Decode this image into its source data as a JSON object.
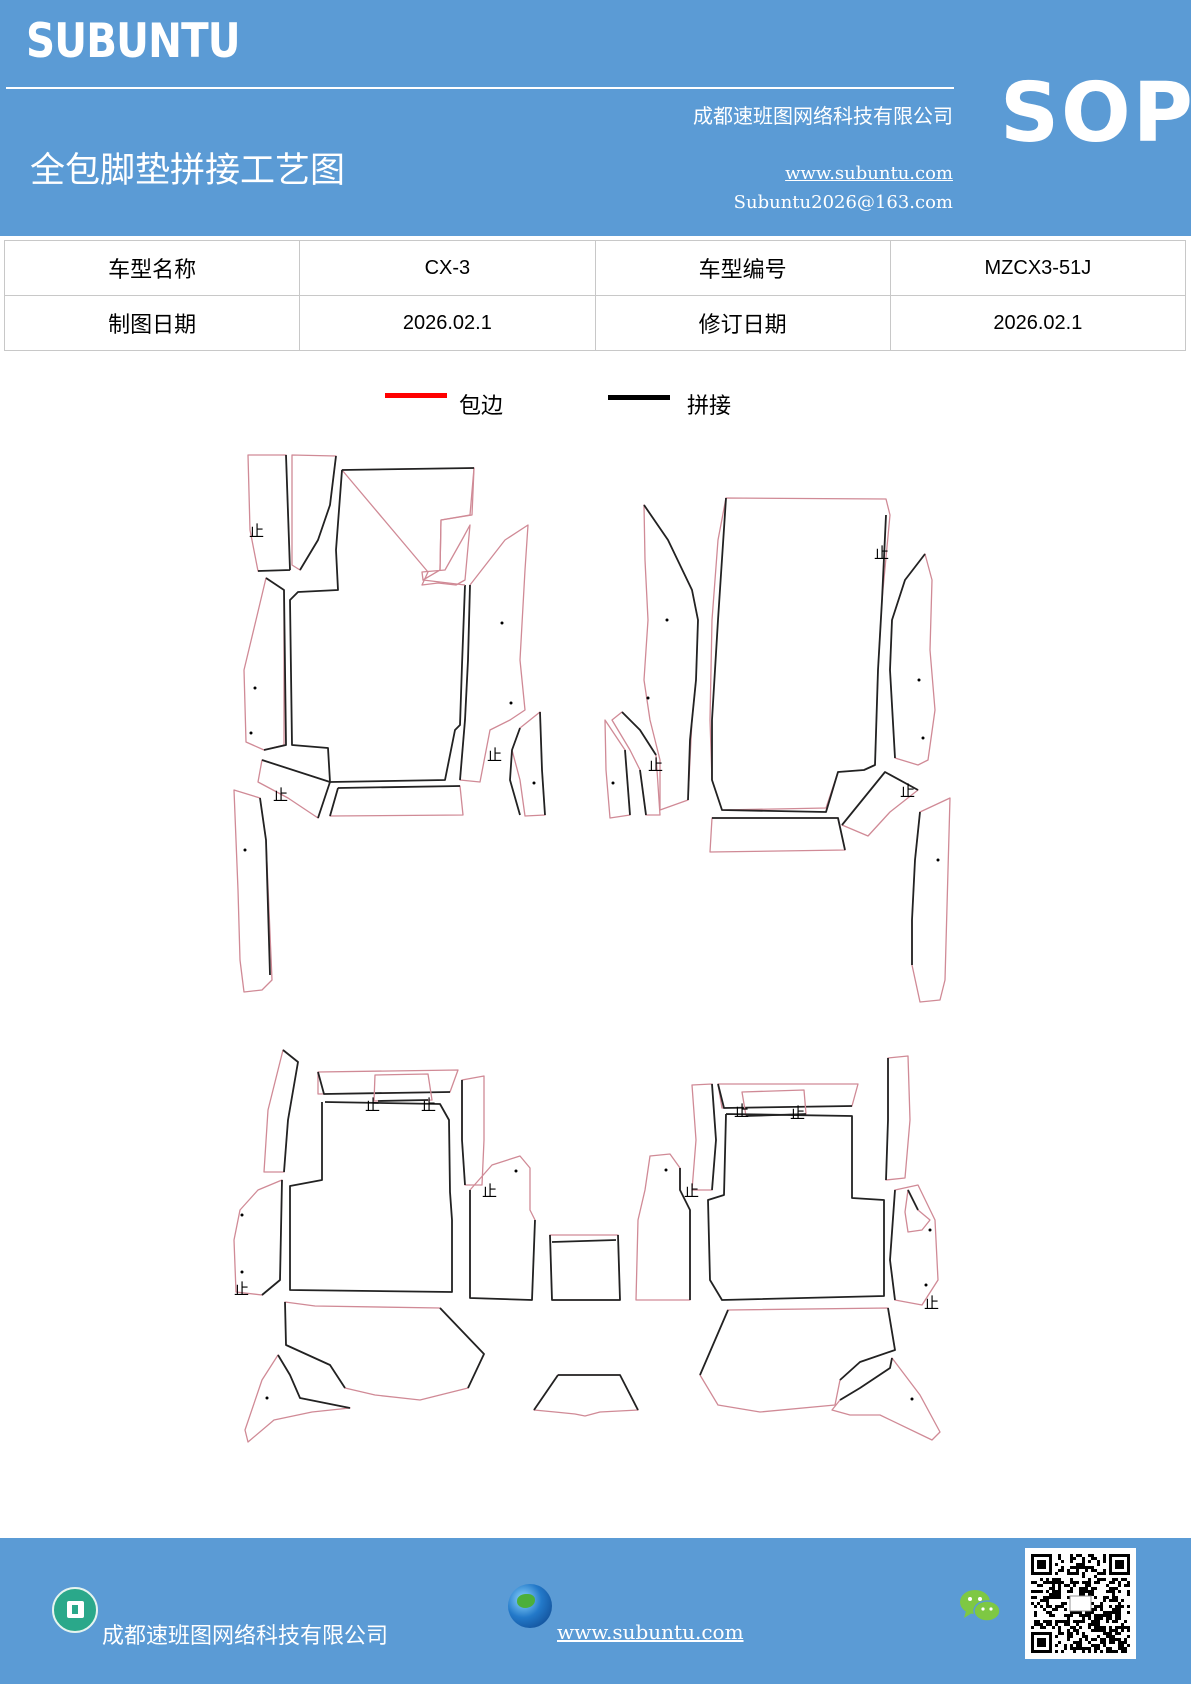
{
  "header": {
    "brand": "SUBUNTU",
    "company": "成都速班图网络科技有限公司",
    "title": "全包脚垫拼接工艺图",
    "website": "www.subuntu.com",
    "email": "Subuntu2026@163.com",
    "badge": "SOP"
  },
  "info_table": {
    "rows": [
      {
        "label1": "车型名称",
        "value1": "CX-3",
        "label2": "车型编号",
        "value2": "MZCX3-51J"
      },
      {
        "label1": "制图日期",
        "value1": "2026.02.1",
        "label2": "修订日期",
        "value2": "2026.02.1"
      }
    ]
  },
  "legend": {
    "red_label": "包边",
    "black_label": "拼接",
    "red_color": "#ff0000",
    "black_color": "#000000"
  },
  "diagram": {
    "stop_mark": "止",
    "cut_color": "#d08a96",
    "sew_color": "#222222"
  },
  "footer": {
    "company": "成都速班图网络科技有限公司",
    "website": "www.subuntu.com",
    "icons": [
      "building-icon",
      "globe-icon",
      "wechat-icon",
      "qr-code"
    ]
  }
}
